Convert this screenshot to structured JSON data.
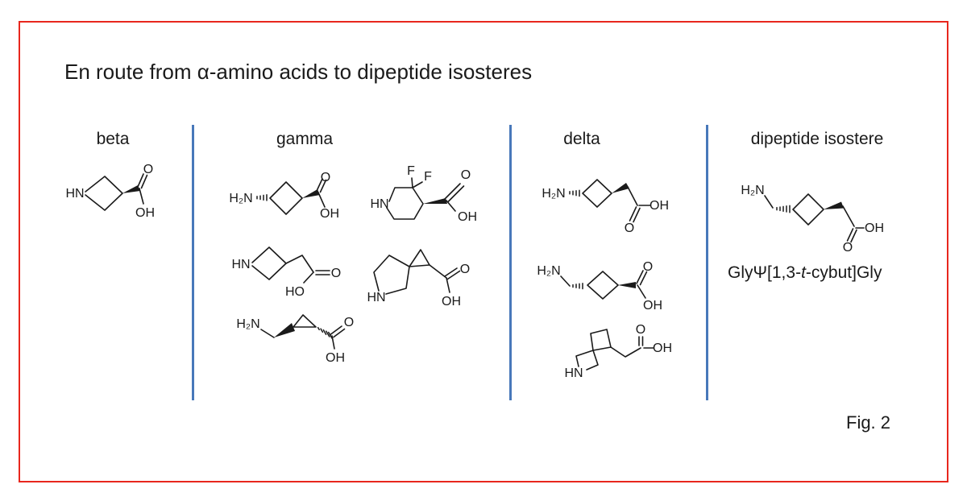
{
  "figure": {
    "title": "En route from α-amino acids to dipeptide isosteres",
    "caption": "Fig. 2"
  },
  "columns": {
    "beta": "beta",
    "gamma": "gamma",
    "delta": "delta",
    "isostere": "dipeptide isostere"
  },
  "isostere_name": {
    "pre": "GlyΨ[1,3-",
    "t": "t",
    "post": "-cybut]Gly"
  },
  "colors": {
    "frame_border": "#e8271d",
    "column_divider": "#4878ba",
    "structure_ink": "#1a1a1a"
  },
  "molecules": {
    "beta_azetidine_cooh": {
      "amine": "HN",
      "carbonyl_o": "O",
      "hydroxyl": "OH"
    },
    "gamma_aminocyclobutane_cooh": {
      "amine": "H₂N",
      "carbonyl_o": "O",
      "hydroxyl": "OH"
    },
    "gamma_difluoropiperidine_cooh": {
      "fluoro_1": "F",
      "fluoro_2": "F",
      "amine": "HN",
      "carbonyl_o": "O",
      "hydroxyl": "OH"
    },
    "gamma_azetidinyl_acetic": {
      "amine": "HN",
      "carbonyl_o": "O",
      "hydroxyl": "HO"
    },
    "gamma_azaspiro24_cooh": {
      "amine": "HN",
      "carbonyl_o": "O",
      "hydroxyl": "OH"
    },
    "gamma_aminomethylcyclopropane_cooh": {
      "amine": "H₂N",
      "carbonyl_o": "O",
      "hydroxyl": "OH"
    },
    "delta_aminocyclobutane_acetic": {
      "amine": "H₂N",
      "carbonyl_o": "O",
      "hydroxyl": "OH"
    },
    "delta_aminomethylcyclobutane_cooh": {
      "amine": "H₂N",
      "carbonyl_o": "O",
      "hydroxyl": "OH"
    },
    "delta_azaspiro33_acetic": {
      "amine": "HN",
      "carbonyl_o": "O",
      "hydroxyl": "OH"
    },
    "isostere_aminomethylcyclobutane_acetic": {
      "amine": "H₂N",
      "carbonyl_o": "O",
      "hydroxyl": "OH"
    }
  }
}
